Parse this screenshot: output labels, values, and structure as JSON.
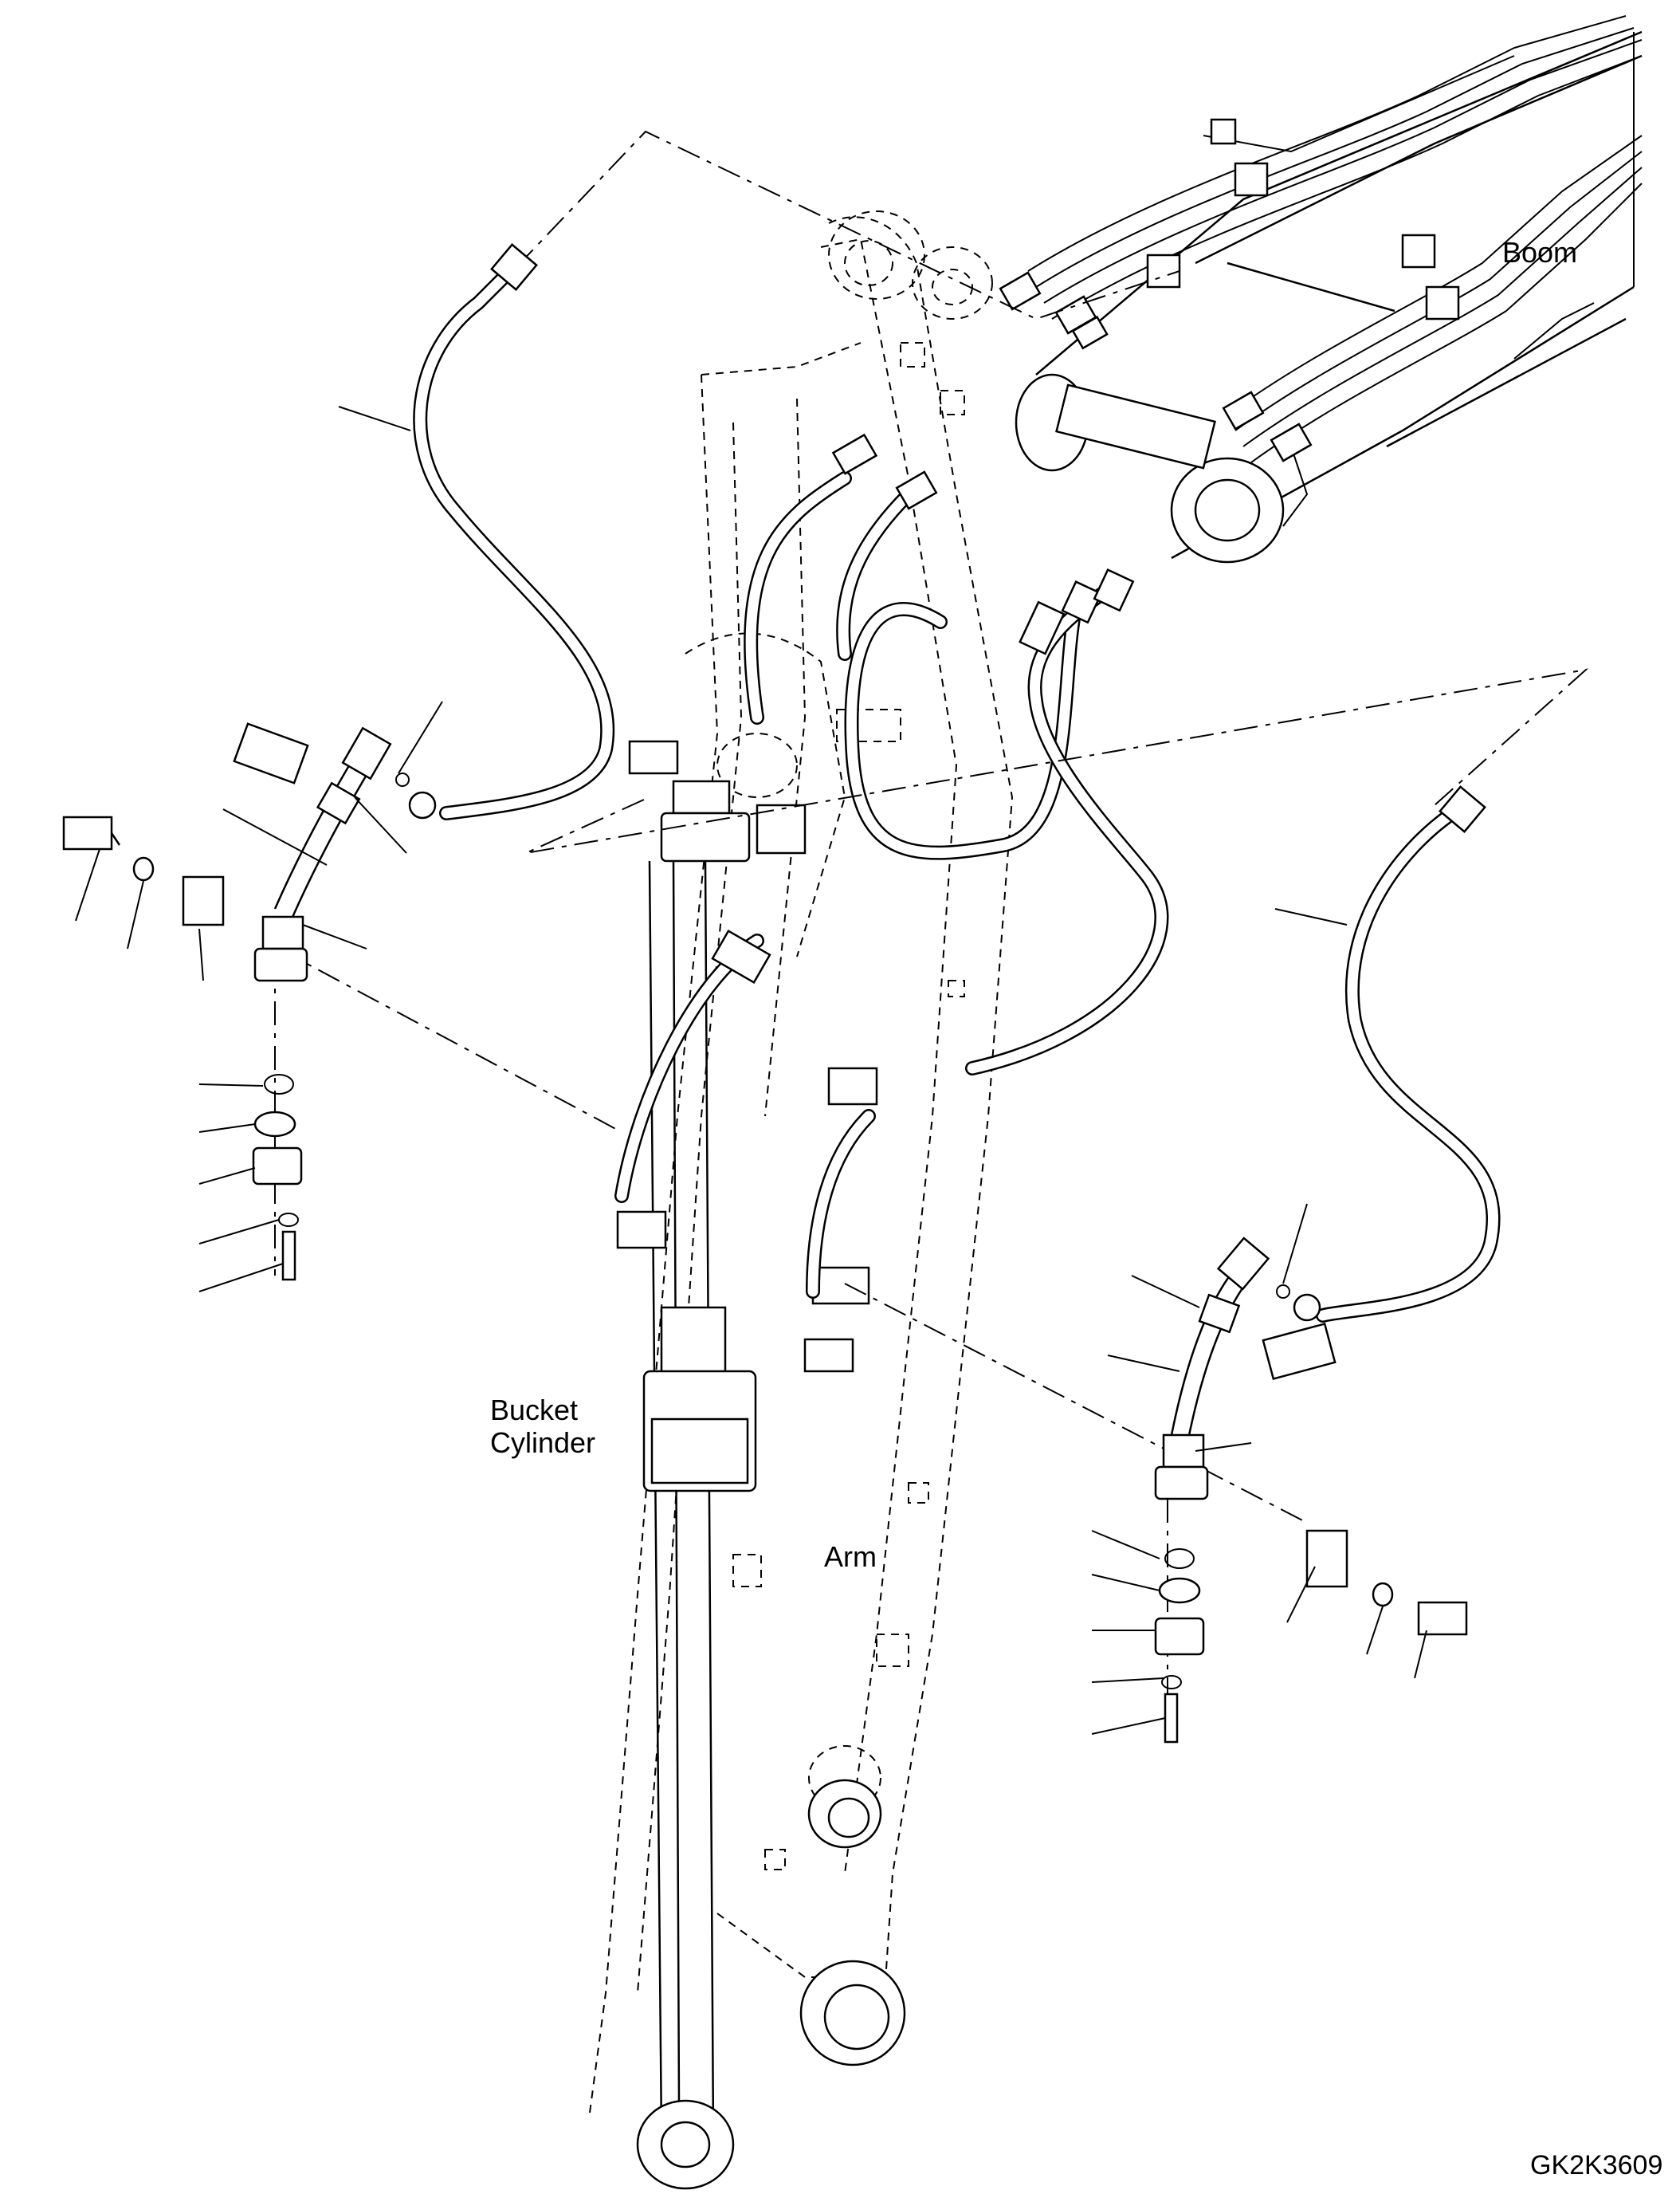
{
  "labels": {
    "boom": "Boom",
    "bucket_cylinder": "Bucket\nCylinder",
    "arm": "Arm",
    "drawing_code": "GK2K3609"
  }
}
